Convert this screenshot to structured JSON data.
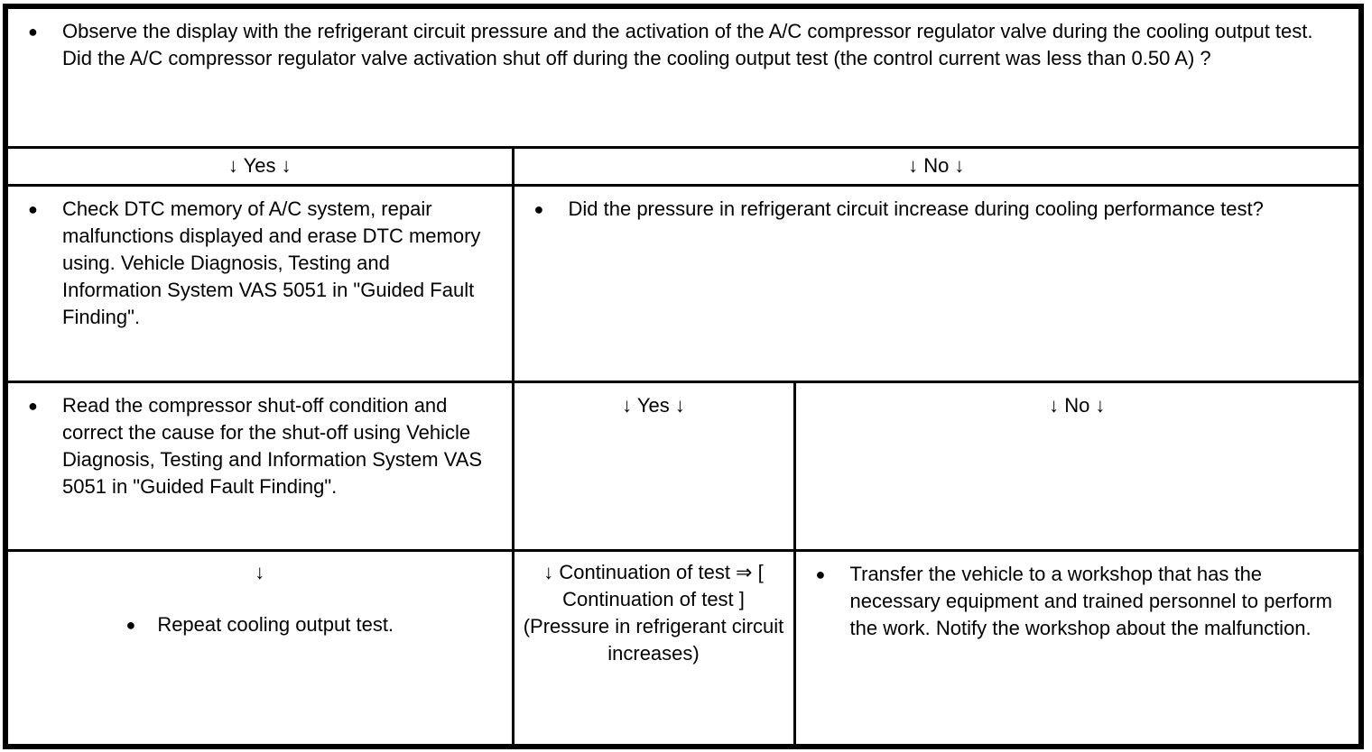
{
  "glyphs": {
    "bullet": "●",
    "down_arrow": "↓"
  },
  "table": {
    "question_row": {
      "text": "Observe the display with the refrigerant circuit pressure and the activation of the A/C compressor regulator valve during the cooling output test. Did the A/C compressor regulator valve activation shut off during the cooling output test (the control current was less than 0.50 A) ?"
    },
    "branch_headers": {
      "yes": "↓ Yes ↓",
      "no": "↓ No ↓"
    },
    "yes_branch": {
      "step1": "Check DTC memory of A/C system, repair malfunctions displayed and erase DTC memory using. Vehicle Diagnosis, Testing and Information System VAS 5051 in \"Guided Fault Finding\".",
      "step2": "Read the compressor shut-off condition and correct the cause for the shut-off using Vehicle Diagnosis, Testing and Information System VAS 5051 in \"Guided Fault Finding\".",
      "arrow": "↓",
      "final": "Repeat cooling output test."
    },
    "no_branch": {
      "question": "Did the pressure in refrigerant circuit increase during cooling performance test?",
      "sub_headers": {
        "yes": "↓ Yes ↓",
        "no": "↓ No ↓"
      },
      "sub_yes_final": "↓ Continuation of test ⇒ [ Continuation of test ] (Pressure in refrigerant circuit increases)",
      "sub_no_final": "Transfer the vehicle to a workshop that has the necessary equipment and trained personnel to perform the work. Notify the workshop about the malfunction."
    }
  },
  "colors": {
    "background": "#ffffff",
    "border": "#000000",
    "text": "#000000"
  }
}
